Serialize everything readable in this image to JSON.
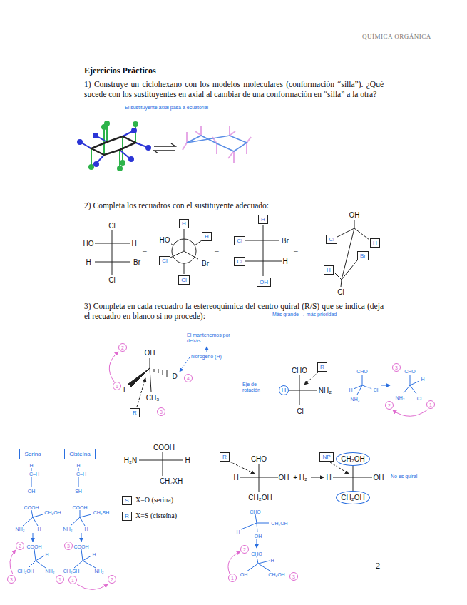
{
  "diagram": {
    "nodes": [
      {
        "text": [
          "H"
        ]
      },
      {
        "text": [
          "H"
        ]
      },
      {
        "text": [
          "Cl"
        ]
      },
      {
        "text": [
          "Cl"
        ]
      },
      {
        "text": [
          "H"
        ]
      },
      {
        "text": [
          "Cl"
        ]
      },
      {
        "text": [
          "Cl"
        ]
      },
      {
        "text": [
          "OH"
        ]
      },
      {
        "text": [
          "Cl"
        ]
      },
      {
        "text": [
          "H"
        ]
      },
      {
        "text": [
          "H"
        ]
      },
      {
        "text": [
          "Br"
        ]
      },
      {
        "text": [
          "2"
        ]
      },
      {
        "text": [
          "4"
        ]
      },
      {
        "text": [
          "1"
        ]
      },
      {
        "text": [
          "3"
        ]
      },
      {
        "text": [
          "R"
        ]
      },
      {
        "text": [
          "R"
        ]
      },
      {
        "text": [
          "H"
        ]
      },
      {
        "text": [
          "3"
        ]
      },
      {
        "text": [
          "2"
        ]
      },
      {
        "text": [
          "1"
        ]
      },
      {
        "text": [
          "Serina"
        ]
      },
      {
        "text": [
          "Cisteína"
        ]
      },
      {
        "text": [
          "R"
        ]
      },
      {
        "text": [
          "NP"
        ]
      },
      {
        "text": [
          "CH₂OH"
        ]
      },
      {
        "text": [
          "CH₂OH"
        ]
      },
      {
        "text": [
          "S"
        ]
      },
      {
        "text": [
          "R"
        ]
      },
      {
        "text": [
          "2"
        ]
      },
      {
        "text": [
          "3"
        ]
      },
      {
        "text": [
          "1"
        ]
      },
      {
        "text": [
          "3"
        ]
      },
      {
        "text": [
          "1"
        ]
      },
      {
        "text": [
          "2"
        ]
      },
      {
        "text": [
          "2"
        ]
      },
      {
        "text": [
          "1"
        ]
      },
      {
        "text": [
          "3"
        ]
      }
    ],
    "labels": [
      "QUÍMICA ORGÁNICA",
      "Ejercicios Prácticos",
      "1) Construye un ciclohexano con los modelos moleculares (conformación “silla”). ¿Qué sucede con los sustituyentes en axial al cambiar de una conformación en “silla” a la otra?",
      "El sustituyente axial pasa a ecuatorial",
      "2) Completa los recuadros con el sustituyente adecuado:",
      "Cl",
      "HO",
      "H",
      "H",
      "Br",
      "Cl",
      "=",
      "HO",
      "Br",
      "=",
      "Br",
      "H",
      "=",
      "OH",
      "Cl",
      "3) Completa en cada recuadro la estereoquímica del centro quiral (R/S) que se indica (deja el recuadro en blanco si no procede):",
      "Más grande → más prioridad",
      "OH",
      "D",
      "F",
      "CH₃",
      "El mantenemos por detrás",
      "hidrógeno (H)",
      "CHO",
      "NH₂",
      "Cl",
      "Eje de rotación",
      "CHO",
      "Cl",
      "H",
      "NH₂",
      "CHO",
      "H",
      "NH₂",
      "Cl",
      "H",
      "C–H",
      "OH",
      "COOH",
      "CH₂OH",
      "NH₂",
      "H",
      "COOH",
      "H",
      "CH₂OH",
      "NH₂",
      "H",
      "C–H",
      "SH",
      "COOH",
      "CH₂SH",
      "NH₂",
      "H",
      "COOH",
      "H",
      "CH₂SH",
      "NH₂",
      "COOH",
      "H₂N",
      "H",
      "CH₂XH",
      "X=O (serina)",
      "X=S (cisteína)",
      "CHO",
      "H",
      "OH",
      "CH₂OH",
      "+ H₂",
      "H",
      "OH",
      "No es quiral",
      "CHO",
      "CH₂OH",
      "H",
      "OH",
      "CHO",
      "H",
      "OH",
      "CH₂OH",
      "2"
    ]
  }
}
